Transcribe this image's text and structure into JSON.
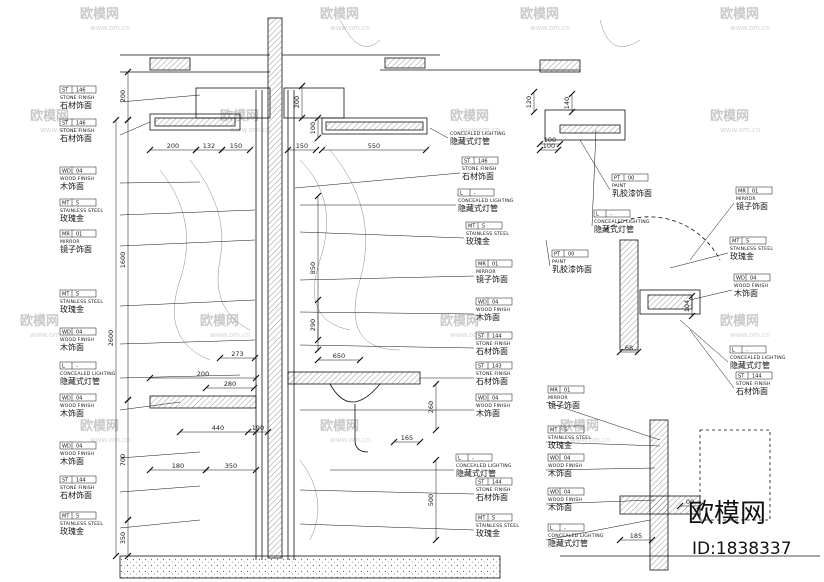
{
  "watermark": {
    "brand": "欧模网",
    "site": "www.om.cn",
    "logo_text": "欧模网",
    "id_text": "ID:1838337"
  },
  "left_labels": [
    {
      "code": "ST",
      "num": "146",
      "en": "STONE FINISH",
      "cn": "石材饰面"
    },
    {
      "code": "ST",
      "num": "146",
      "en": "STONE FINISH",
      "cn": "石材饰面"
    },
    {
      "code": "WD",
      "num": "04",
      "en": "WOOD FINISH",
      "cn": "木饰面"
    },
    {
      "code": "MT",
      "num": "5",
      "en": "STAINLESS STEEL",
      "cn": "玫瑰金"
    },
    {
      "code": "MR",
      "num": "01",
      "en": "MIRROR",
      "cn": "镜子饰面"
    },
    {
      "code": "MT",
      "num": "5",
      "en": "STAINLESS STEEL",
      "cn": "玫瑰金"
    },
    {
      "code": "WD",
      "num": "04",
      "en": "WOOD FINISH",
      "cn": "木饰面"
    },
    {
      "code": "L",
      "num": "-",
      "en": "CONCEALED LIGHTING",
      "cn": "隐藏式灯管"
    },
    {
      "code": "WD",
      "num": "04",
      "en": "WOOD FINISH",
      "cn": "木饰面"
    },
    {
      "code": "WD",
      "num": "04",
      "en": "WOOD FINISH",
      "cn": "木饰面"
    },
    {
      "code": "ST",
      "num": "144",
      "en": "STONE FINISH",
      "cn": "石材饰面"
    },
    {
      "code": "MT",
      "num": "5",
      "en": "STAINLESS STEEL",
      "cn": "玫瑰金"
    }
  ],
  "center_labels": [
    {
      "en": "CONCEALED LIGHTING",
      "cn": "隐藏式灯管"
    },
    {
      "code": "ST",
      "num": "146",
      "en": "STONE FINISH",
      "cn": "石材饰面"
    },
    {
      "code": "L",
      "num": "-",
      "en": "CONCEALED LIGHTING",
      "cn": "隐藏式灯管"
    },
    {
      "code": "MT",
      "num": "5",
      "en": "STAINLESS STEEL",
      "cn": "玫瑰金"
    },
    {
      "code": "MR",
      "num": "01",
      "en": "MIRROR",
      "cn": "镜子饰面"
    },
    {
      "code": "WD",
      "num": "04",
      "en": "WOOD FINISH",
      "cn": "木饰面"
    },
    {
      "code": "ST",
      "num": "144",
      "en": "STONE FINISH",
      "cn": "石材饰面"
    },
    {
      "code": "ST",
      "num": "143",
      "en": "STONE FINISH",
      "cn": "石材饰面"
    },
    {
      "code": "WD",
      "num": "04",
      "en": "WOOD FINISH",
      "cn": "木饰面"
    },
    {
      "code": "L",
      "num": "-",
      "en": "CONCEALED LIGHTING",
      "cn": "隐藏式灯管"
    },
    {
      "code": "ST",
      "num": "144",
      "en": "STONE FINISH",
      "cn": "石材饰面"
    },
    {
      "code": "MT",
      "num": "5",
      "en": "STAINLESS STEEL",
      "cn": "玫瑰金"
    }
  ],
  "right_labels": [
    {
      "code": "PT",
      "num": "00",
      "en": "PAINT",
      "cn": "乳胶漆饰面"
    },
    {
      "code": "L",
      "num": "-",
      "en": "CONCEALED LIGHTING",
      "cn": "隐藏式灯管"
    },
    {
      "code": "PT",
      "num": "00",
      "en": "PAINT",
      "cn": "乳胶漆饰面"
    },
    {
      "code": "MR",
      "num": "01",
      "en": "MIRROR",
      "cn": "镜子饰面"
    },
    {
      "code": "MT",
      "num": "5",
      "en": "STAINLESS STEEL",
      "cn": "玫瑰金"
    },
    {
      "code": "WD",
      "num": "04",
      "en": "WOOD FINISH",
      "cn": "木饰面"
    },
    {
      "code": "L",
      "num": "-",
      "en": "CONCEALED LIGHTING",
      "cn": "隐藏式灯管"
    },
    {
      "code": "ST",
      "num": "144",
      "en": "STONE FINISH",
      "cn": "石材饰面"
    },
    {
      "code": "MR",
      "num": "01",
      "en": "MIRROR",
      "cn": "镜子饰面"
    },
    {
      "code": "MT",
      "num": "5",
      "en": "STAINLESS STEEL",
      "cn": "玫瑰金"
    },
    {
      "code": "WD",
      "num": "04",
      "en": "WOOD FINISH",
      "cn": "木饰面"
    },
    {
      "code": "WD",
      "num": "04",
      "en": "WOOD FINISH",
      "cn": "木饰面"
    },
    {
      "code": "L",
      "num": "-",
      "en": "CONCEALED LIGHTING",
      "cn": "隐藏式灯管"
    }
  ],
  "dims": {
    "v_left": [
      "200",
      "1600",
      "2600",
      "700",
      "350"
    ],
    "v_mid": [
      "200",
      "100",
      "120",
      "850",
      "290",
      "260",
      "500"
    ],
    "h_top": [
      "200",
      "132",
      "150",
      "150",
      "550",
      "100"
    ],
    "h_mid": [
      "850",
      "650",
      "200",
      "280",
      "273",
      "440",
      "190",
      "180",
      "350",
      "165"
    ],
    "detail": [
      "140",
      "100",
      "68",
      "104",
      "185",
      "00"
    ]
  },
  "colors": {
    "line": "#111111",
    "watermark": "#c9c9c9",
    "hatch": "#555555"
  }
}
